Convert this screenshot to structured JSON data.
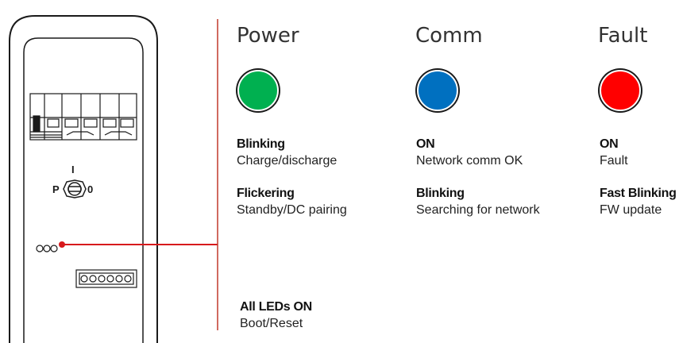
{
  "device": {
    "switch_label_top": "I",
    "switch_label_left": "P",
    "switch_label_right": "0"
  },
  "columns": [
    {
      "title": "Power",
      "led_color": "#00b050",
      "states": [
        {
          "title": "Blinking",
          "desc": "Charge/discharge"
        },
        {
          "title": "Flickering",
          "desc": "Standby/DC pairing"
        }
      ]
    },
    {
      "title": "Comm",
      "led_color": "#0070c0",
      "states": [
        {
          "title": "ON",
          "desc": "Network comm OK"
        },
        {
          "title": "Blinking",
          "desc": "Searching for network"
        }
      ]
    },
    {
      "title": "Fault",
      "led_color": "#ff0000",
      "states": [
        {
          "title": "ON",
          "desc": "Fault"
        },
        {
          "title": "Fast Blinking",
          "desc": "FW update"
        }
      ]
    }
  ],
  "all_leds": {
    "title": "All LEDs ON",
    "desc": "Boot/Reset"
  },
  "colors": {
    "pointer": "#d7191c",
    "divider": "#c0392b"
  }
}
